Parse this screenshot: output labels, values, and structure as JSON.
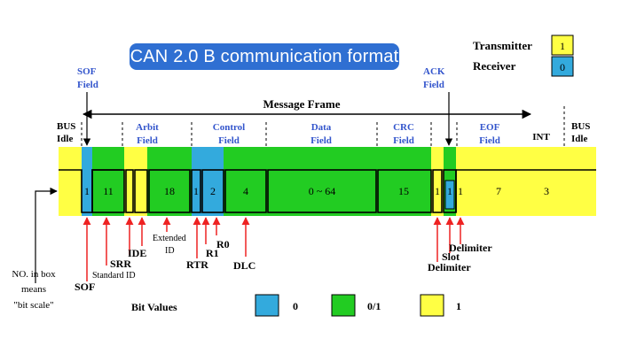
{
  "title": "CAN 2.0 B communication format",
  "legend_top": {
    "transmitter": {
      "label": "Transmitter",
      "value": "1"
    },
    "receiver": {
      "label": "Receiver",
      "value": "0"
    }
  },
  "header": {
    "sof_field": [
      "SOF",
      "Field"
    ],
    "message_frame": "Message Frame",
    "ack_field": [
      "ACK",
      "Field"
    ],
    "bus_idle_left": [
      "BUS",
      "Idle"
    ],
    "bus_idle_right": [
      "BUS",
      "Idle"
    ]
  },
  "field_labels": {
    "arbit": [
      "Arbit",
      "Field"
    ],
    "control": [
      "Control",
      "Field"
    ],
    "data": [
      "Data",
      "Field"
    ],
    "crc": [
      "CRC",
      "Field"
    ],
    "eof": [
      "EOF",
      "Field"
    ],
    "int": "INT"
  },
  "bit_counts": {
    "sof": "1",
    "standard_id": "11",
    "extended_id": "18",
    "control_1": "1",
    "control_2": "2",
    "dlc": "4",
    "data": "0 ~ 64",
    "crc": "15",
    "crc_delim": "1",
    "ack_slot": "1",
    "ack_delim": "1",
    "eof": "7",
    "int": "3"
  },
  "bottom_labels": {
    "sof": "SOF",
    "standard_id": "Standard ID",
    "srr": "SRR",
    "ide": "IDE",
    "extended_id": [
      "Extended",
      "ID"
    ],
    "rtr": "RTR",
    "r1": "R1",
    "r0": "R0",
    "dlc": "DLC",
    "crc_delimiter": "Delimiter",
    "slot": "Slot",
    "ack_delimiter": "Delimiter"
  },
  "note": [
    "NO. in box",
    "means",
    "\"bit scale\""
  ],
  "bit_values": {
    "label": "Bit Values",
    "items": [
      {
        "value": "0",
        "color": "#33aadd"
      },
      {
        "value": "0/1",
        "color": "#22cc22"
      },
      {
        "value": "1",
        "color": "#ffff44"
      }
    ]
  },
  "colors": {
    "yellow": "#ffff44",
    "green": "#22cc22",
    "blue": "#33aadd",
    "title_bg": "#2f6fd2",
    "label_blue": "#3355cc",
    "arrow_red": "#ee2222"
  }
}
